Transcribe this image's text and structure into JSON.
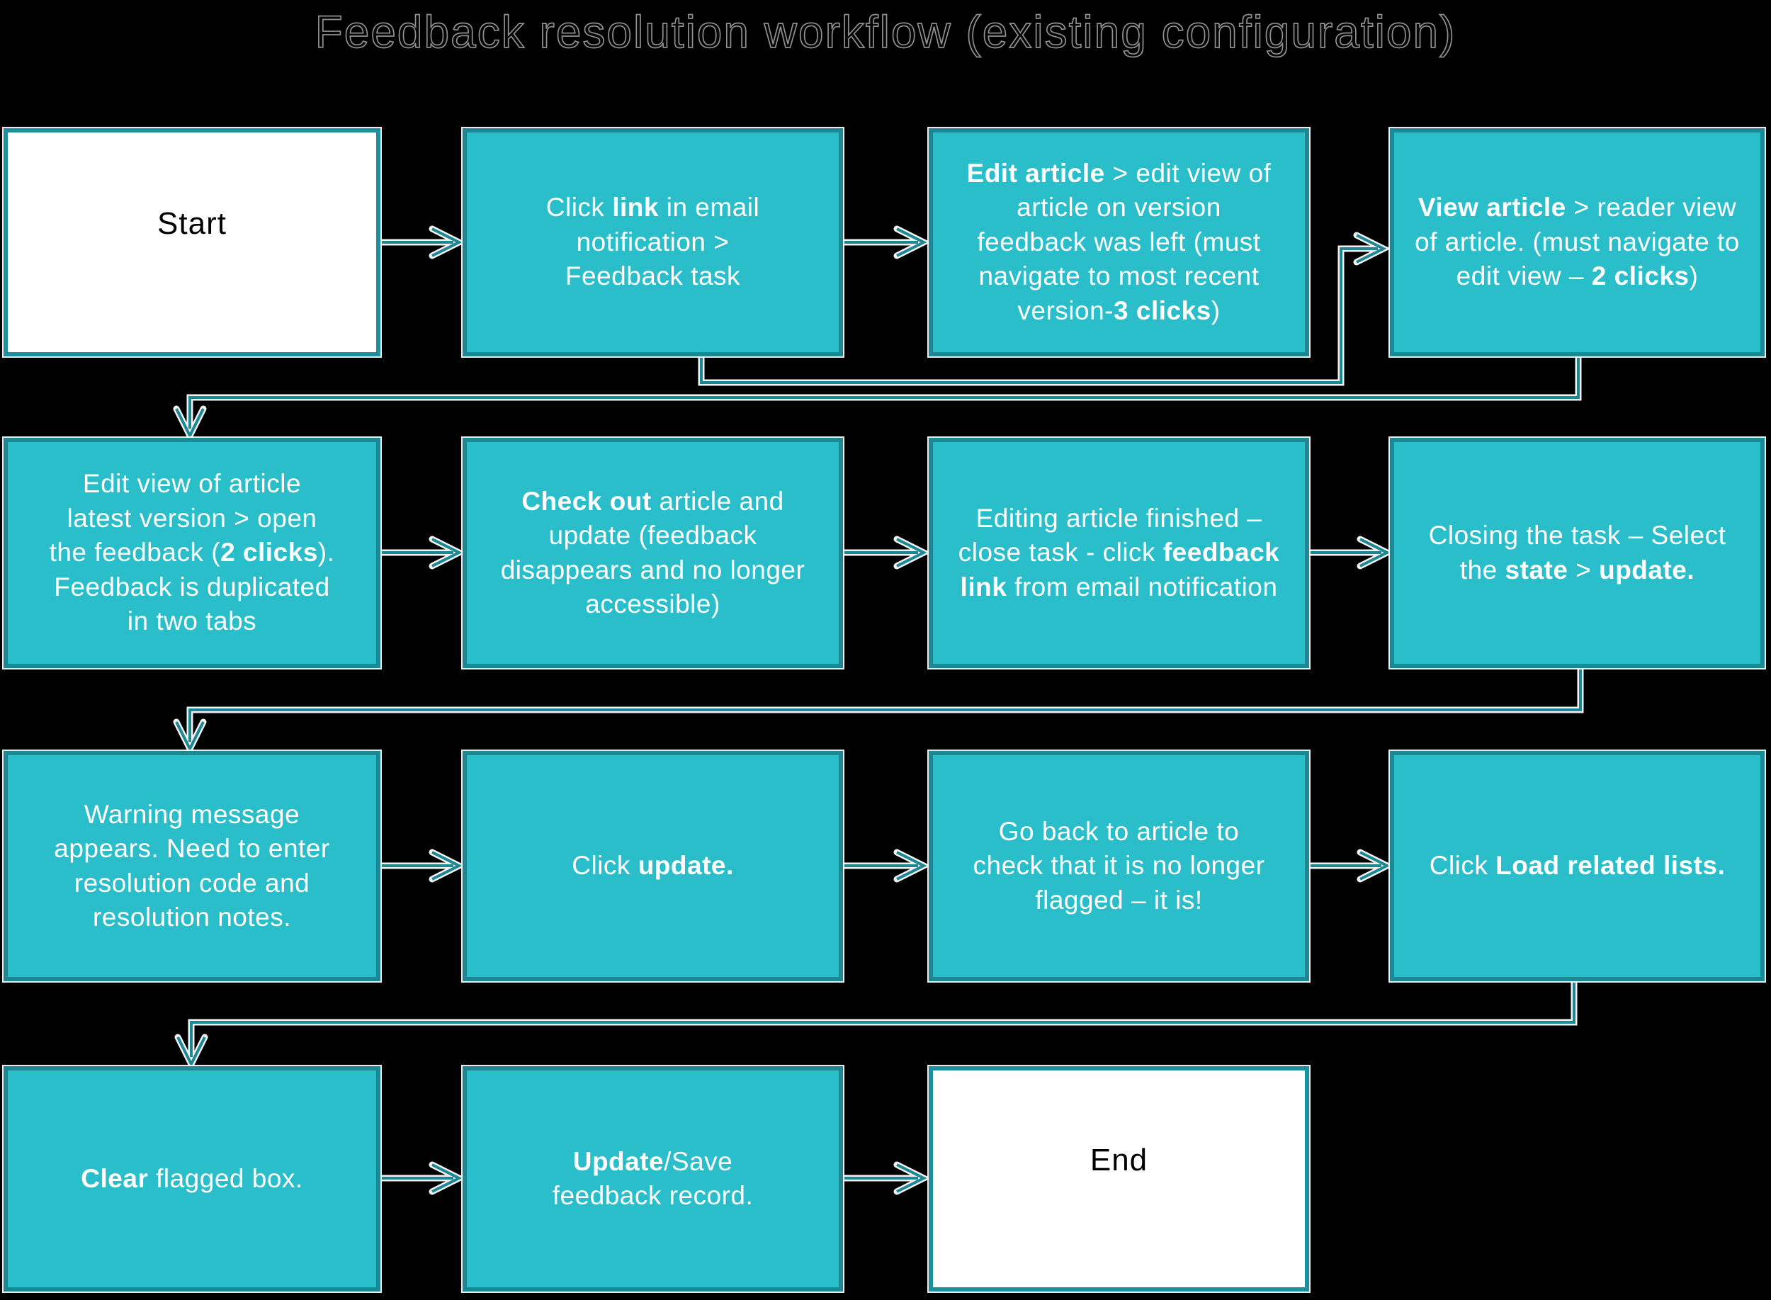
{
  "title": "Feedback resolution workflow (existing configuration)",
  "colors": {
    "background": "#000000",
    "box_fill": "#2ABECB",
    "box_border": "#1D8794",
    "terminal_fill": "#FFFFFF",
    "terminal_border": "#1E8F9D",
    "arrow": "#1D8794",
    "text": "#FFFFFF",
    "terminal_text": "#000000",
    "title_outline": "#8F8F8F"
  },
  "nodes": {
    "start": {
      "label": "Start"
    },
    "click_link": {
      "s0": "Click ",
      "s1": "link",
      "s2": " in email notification > Feedback task"
    },
    "edit_article": {
      "s0": "Edit article",
      "s1": " > edit view of article on version feedback was left (must navigate to most recent version-",
      "s2": "3 clicks",
      "s3": ")"
    },
    "view_article": {
      "s0": "View article",
      "s1": " > reader view of article. (must navigate to edit view – ",
      "s2": "2 clicks",
      "s3": ")"
    },
    "edit_view": {
      "s0": "Edit view of article latest version > open the feedback (",
      "s1": "2 clicks",
      "s2": "). Feedback is duplicated in two tabs"
    },
    "check_out": {
      "s0": "Check out",
      "s1": " article and update (feedback disappears and no longer accessible)"
    },
    "editing_finished": {
      "s0": "Editing article finished – close task - click ",
      "s1": "feedback link",
      "s2": " from email notification"
    },
    "closing_task": {
      "s0": "Closing the task – Select the ",
      "s1": "state",
      "s2": " > ",
      "s3": "update."
    },
    "warning": {
      "s0": "Warning message appears. Need to enter resolution code and resolution notes."
    },
    "click_update": {
      "s0": "Click ",
      "s1": "update."
    },
    "go_back": {
      "s0": "Go back to article to check that it is no longer flagged – it is!"
    },
    "load_related": {
      "s0": "Click ",
      "s1": "Load related lists."
    },
    "clear_flagged": {
      "s0": "Clear",
      "s1": " flagged box."
    },
    "update_save": {
      "s0": "Update",
      "s1": "/Save feedback record."
    },
    "end": {
      "label": "End"
    }
  }
}
